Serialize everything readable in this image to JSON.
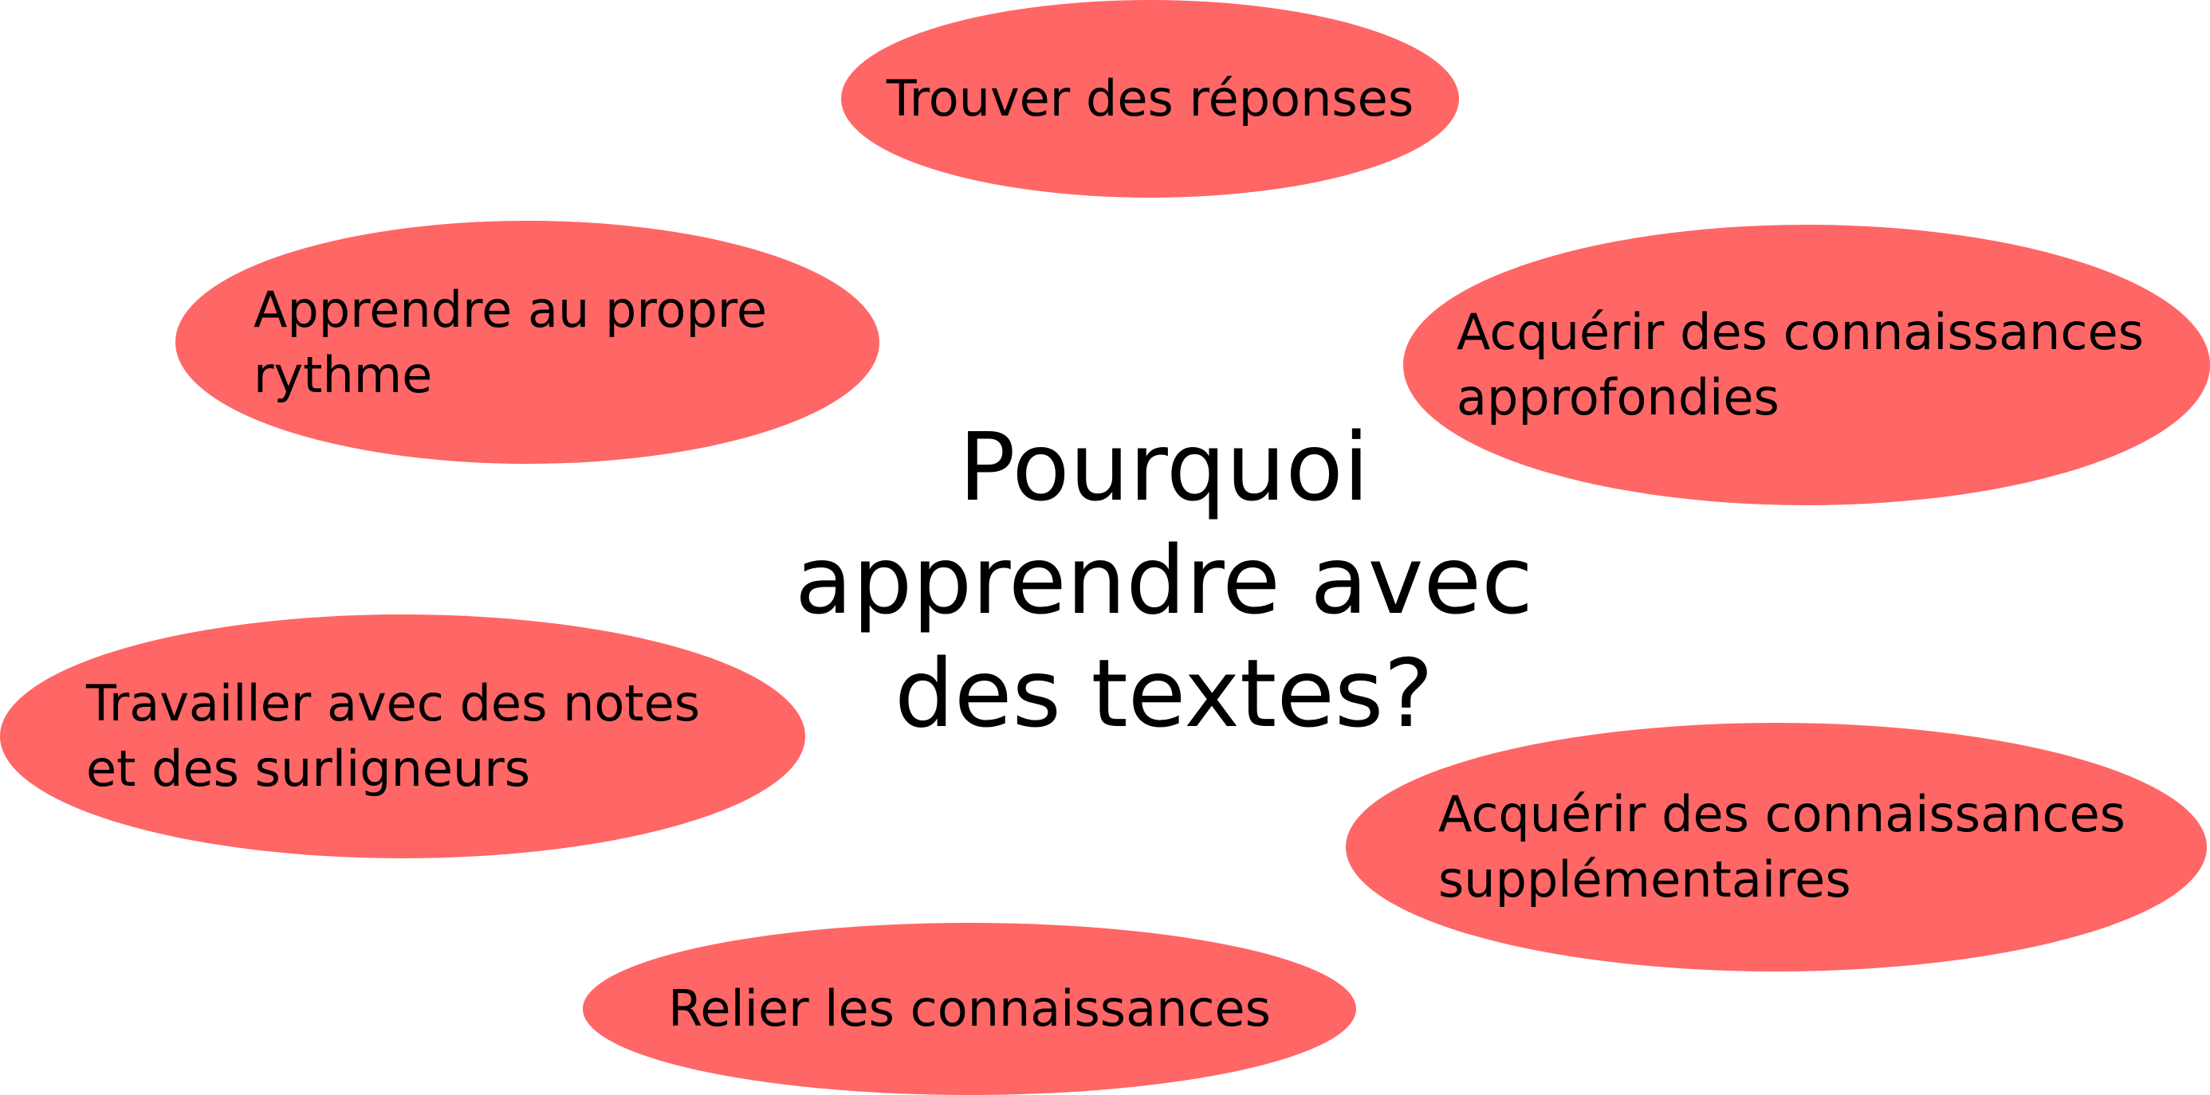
{
  "diagram": {
    "center": {
      "lines": [
        "Pourquoi",
        "apprendre avec",
        "des textes?"
      ]
    },
    "bubble_color": "#FF6666",
    "text_color": "#000000",
    "bubbles": [
      {
        "id": "trouver",
        "lines": [
          "Trouver des réponses"
        ]
      },
      {
        "id": "rythme",
        "lines": [
          "Apprendre au propre",
          "rythme"
        ]
      },
      {
        "id": "approfondies",
        "lines": [
          "Acquérir des connaissances",
          "approfondies"
        ]
      },
      {
        "id": "notes",
        "lines": [
          "Travailler avec des notes",
          "et des surligneurs"
        ]
      },
      {
        "id": "supplementaires",
        "lines": [
          "Acquérir des connaissances",
          "supplémentaires"
        ]
      },
      {
        "id": "relier",
        "lines": [
          "Relier les connaissances"
        ]
      }
    ]
  }
}
